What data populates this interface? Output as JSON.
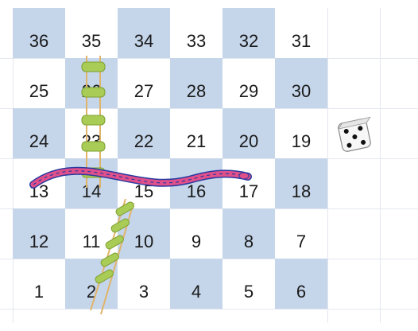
{
  "board": {
    "rows": [
      [
        36,
        35,
        34,
        33,
        32,
        31
      ],
      [
        25,
        26,
        27,
        28,
        29,
        30
      ],
      [
        24,
        23,
        22,
        21,
        20,
        19
      ],
      [
        13,
        14,
        15,
        16,
        17,
        18
      ],
      [
        12,
        11,
        10,
        9,
        8,
        7
      ],
      [
        1,
        2,
        3,
        4,
        5,
        6
      ]
    ],
    "colors": {
      "blue_cell": "#c5d5ea",
      "white_cell": "#ffffff",
      "ladder_rung": "#a8cc55",
      "ladder_rail": "#e0b46a",
      "snake_body": "#e0508a",
      "snake_stripe": "#2a3aa0"
    }
  },
  "pieces": {
    "ladders": [
      {
        "from": 14,
        "to": 35
      },
      {
        "from": 2,
        "to": 15
      }
    ],
    "snakes": [
      {
        "head": 17,
        "tail": 13
      }
    ],
    "die": {
      "icon": "die-icon",
      "face": 5
    }
  }
}
